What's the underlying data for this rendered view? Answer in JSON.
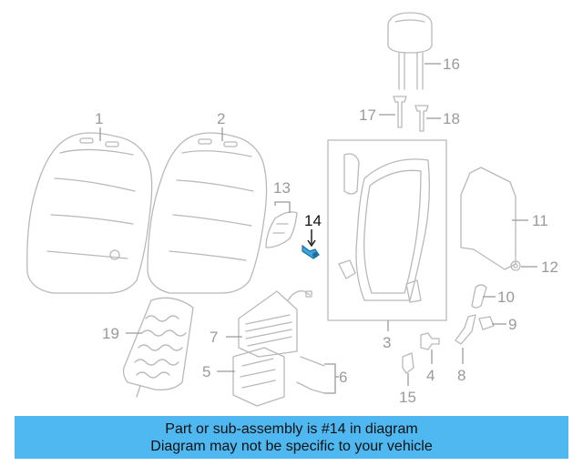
{
  "diagram": {
    "callouts": [
      "1",
      "2",
      "3",
      "4",
      "5",
      "6",
      "7",
      "8",
      "9",
      "10",
      "11",
      "12",
      "13",
      "14",
      "15",
      "16",
      "17",
      "18",
      "19"
    ],
    "highlighted_part": "14",
    "highlight_color": "#3aa6e0"
  },
  "banner": {
    "background": "#4fb8f0",
    "line1": "Part or sub-assembly is #14 in diagram",
    "line2": "Diagram may not be specific to your vehicle"
  }
}
